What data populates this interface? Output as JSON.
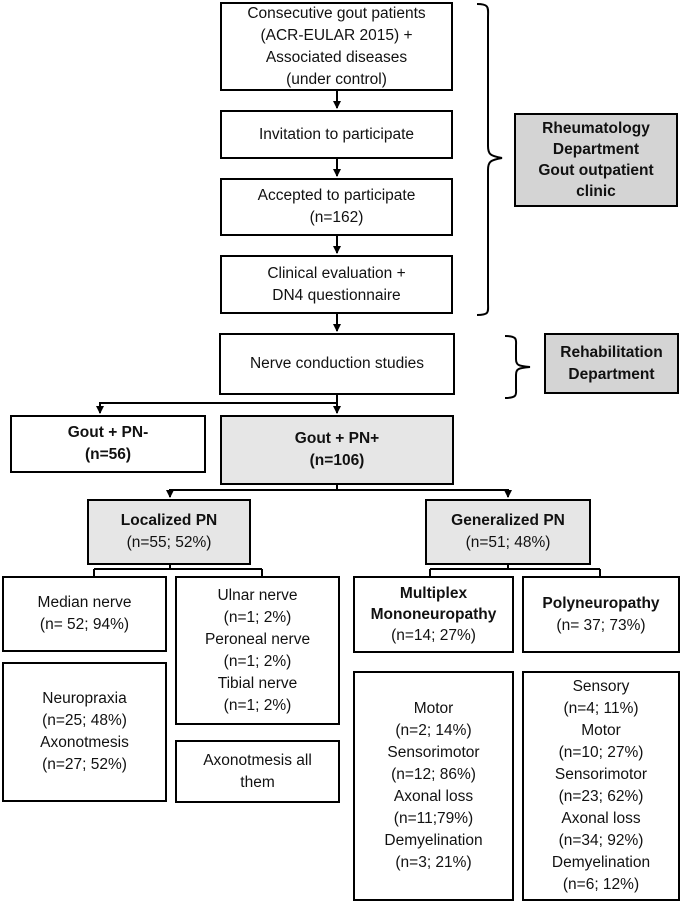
{
  "boxes": {
    "consecutive": [
      "Consecutive gout patients",
      "(ACR-EULAR 2015) +",
      "Associated diseases",
      "(under control)"
    ],
    "invitation": [
      "Invitation to participate"
    ],
    "accepted": [
      "Accepted to participate",
      "(n=162)"
    ],
    "clinical": [
      "Clinical evaluation +",
      "DN4 questionnaire"
    ],
    "ncs": [
      "Nerve conduction studies"
    ],
    "rheumatology": [
      "Rheumatology",
      "Department",
      "Gout outpatient",
      "clinic"
    ],
    "rehabilitation": [
      "Rehabilitation",
      "Department"
    ],
    "pn_neg": [
      "Gout + PN-",
      "(n=56)"
    ],
    "pn_pos": [
      "Gout + PN+",
      "(n=106)"
    ],
    "localized": {
      "title": "Localized PN",
      "sub": "(n=55; 52%)"
    },
    "generalized": {
      "title": "Generalized PN",
      "sub": "(n=51; 48%)"
    },
    "median": [
      "Median nerve",
      "(n= 52; 94%)"
    ],
    "ulnar": [
      "Ulnar nerve",
      "(n=1; 2%)",
      "Peroneal nerve",
      "(n=1; 2%)",
      "Tibial nerve",
      "(n=1; 2%)"
    ],
    "multiplex": {
      "title": [
        "Multiplex",
        "Mononeuropathy"
      ],
      "sub": "(n=14; 27%)"
    },
    "poly": {
      "title": "Polyneuropathy",
      "sub": "(n= 37; 73%)"
    },
    "neuropraxia": [
      "Neuropraxia",
      "(n=25; 48%)",
      "Axonotmesis",
      "(n=27; 52%)"
    ],
    "axon_all": [
      "Axonotmesis all",
      "them"
    ],
    "multiplex_detail": [
      "Motor",
      "(n=2; 14%)",
      "Sensorimotor",
      "(n=12; 86%)",
      "Axonal loss",
      "(n=11;79%)",
      "Demyelination",
      "(n=3; 21%)"
    ],
    "poly_detail": [
      "Sensory",
      "(n=4; 11%)",
      "Motor",
      "(n=10; 27%)",
      "Sensorimotor",
      "(n=23; 62%)",
      "Axonal loss",
      "(n=34; 92%)",
      "Demyelination",
      "(n=6; 12%)"
    ]
  }
}
